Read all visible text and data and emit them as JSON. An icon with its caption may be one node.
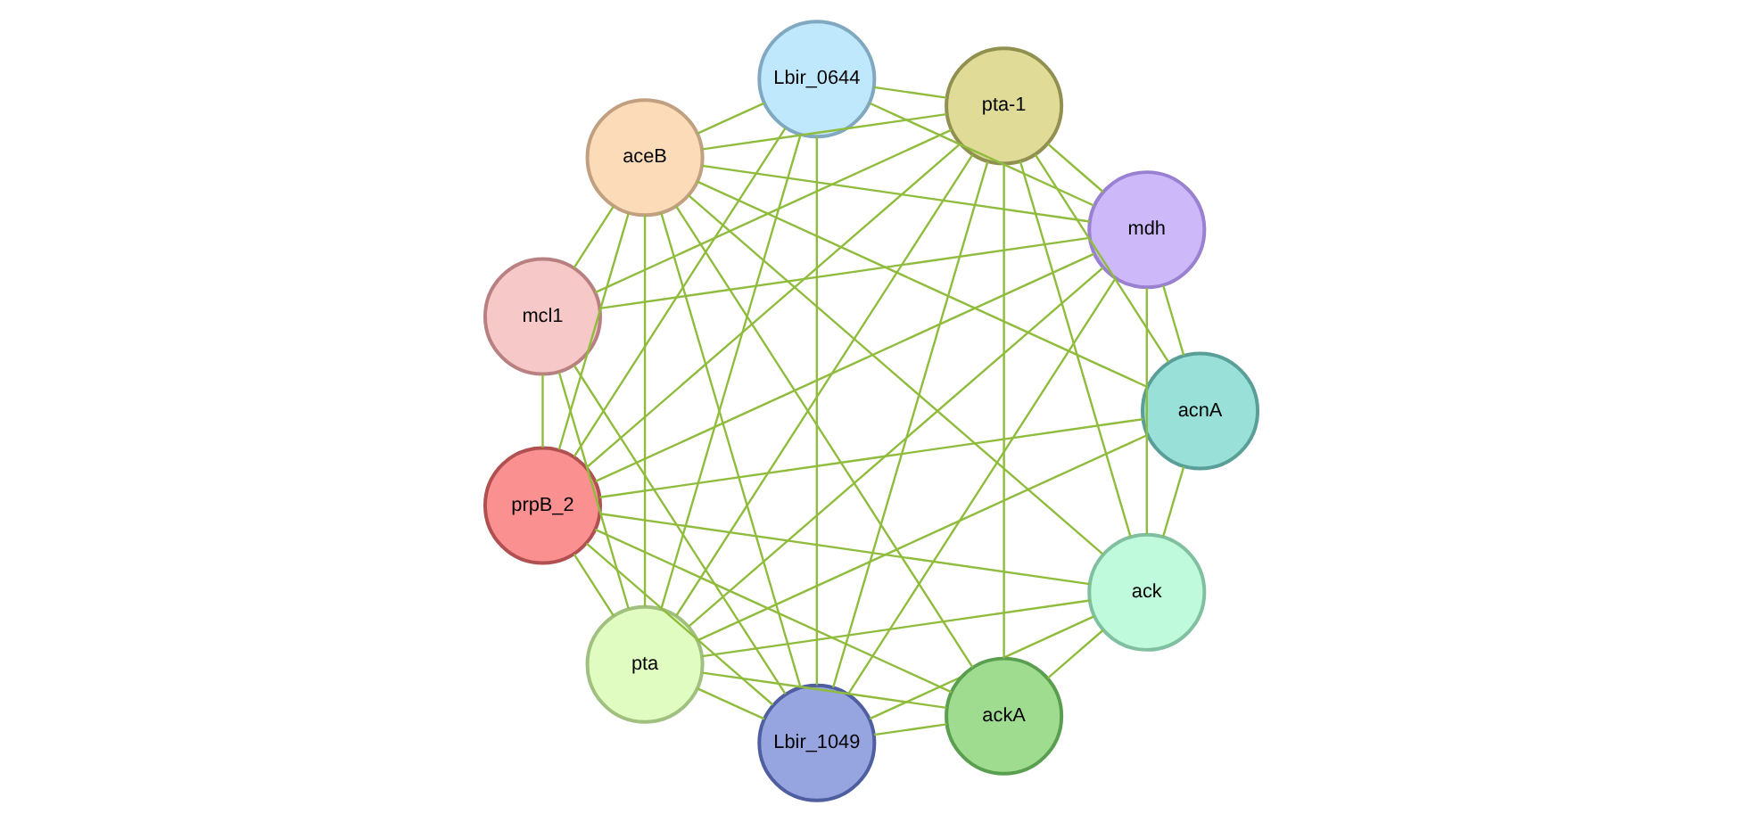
{
  "diagram": {
    "nodes": [
      {
        "text": [
          "acnA"
        ]
      },
      {
        "text": [
          "Lbir_1049"
        ]
      },
      {
        "text": [
          "mdh"
        ]
      },
      {
        "text": [
          "Lbir_0644"
        ]
      },
      {
        "text": [
          "mcl1"
        ]
      },
      {
        "text": [
          "pta"
        ]
      },
      {
        "text": [
          "prpB_2"
        ]
      },
      {
        "text": [
          "aceB"
        ]
      },
      {
        "text": [
          "pta-1"
        ]
      },
      {
        "text": [
          "ack"
        ]
      },
      {
        "text": [
          "ackA"
        ]
      }
    ],
    "edges": [
      {
        "from": 0,
        "to": 2,
        "arrow": "none"
      },
      {
        "from": 0,
        "to": 5,
        "arrow": "none"
      },
      {
        "from": 0,
        "to": 6,
        "arrow": "none"
      },
      {
        "from": 0,
        "to": 7,
        "arrow": "none"
      },
      {
        "from": 0,
        "to": 8,
        "arrow": "none"
      },
      {
        "from": 0,
        "to": 9,
        "arrow": "none"
      },
      {
        "from": 1,
        "to": 2,
        "arrow": "none"
      },
      {
        "from": 1,
        "to": 3,
        "arrow": "none"
      },
      {
        "from": 1,
        "to": 4,
        "arrow": "none"
      },
      {
        "from": 1,
        "to": 5,
        "arrow": "none"
      },
      {
        "from": 1,
        "to": 6,
        "arrow": "none"
      },
      {
        "from": 1,
        "to": 7,
        "arrow": "none"
      },
      {
        "from": 1,
        "to": 8,
        "arrow": "none"
      },
      {
        "from": 1,
        "to": 9,
        "arrow": "none"
      },
      {
        "from": 1,
        "to": 10,
        "arrow": "none"
      },
      {
        "from": 2,
        "to": 3,
        "arrow": "none"
      },
      {
        "from": 2,
        "to": 4,
        "arrow": "none"
      },
      {
        "from": 2,
        "to": 5,
        "arrow": "none"
      },
      {
        "from": 2,
        "to": 6,
        "arrow": "none"
      },
      {
        "from": 2,
        "to": 7,
        "arrow": "none"
      },
      {
        "from": 2,
        "to": 8,
        "arrow": "none"
      },
      {
        "from": 2,
        "to": 9,
        "arrow": "none"
      },
      {
        "from": 3,
        "to": 5,
        "arrow": "none"
      },
      {
        "from": 3,
        "to": 6,
        "arrow": "none"
      },
      {
        "from": 3,
        "to": 7,
        "arrow": "none"
      },
      {
        "from": 3,
        "to": 8,
        "arrow": "none"
      },
      {
        "from": 4,
        "to": 5,
        "arrow": "none"
      },
      {
        "from": 4,
        "to": 6,
        "arrow": "none"
      },
      {
        "from": 4,
        "to": 7,
        "arrow": "none"
      },
      {
        "from": 4,
        "to": 8,
        "arrow": "none"
      },
      {
        "from": 5,
        "to": 6,
        "arrow": "none"
      },
      {
        "from": 5,
        "to": 7,
        "arrow": "none"
      },
      {
        "from": 5,
        "to": 8,
        "arrow": "none"
      },
      {
        "from": 5,
        "to": 9,
        "arrow": "none"
      },
      {
        "from": 5,
        "to": 10,
        "arrow": "none"
      },
      {
        "from": 6,
        "to": 7,
        "arrow": "none"
      },
      {
        "from": 6,
        "to": 8,
        "arrow": "none"
      },
      {
        "from": 6,
        "to": 9,
        "arrow": "none"
      },
      {
        "from": 6,
        "to": 10,
        "arrow": "none"
      },
      {
        "from": 7,
        "to": 8,
        "arrow": "none"
      },
      {
        "from": 7,
        "to": 9,
        "arrow": "none"
      },
      {
        "from": 7,
        "to": 10,
        "arrow": "none"
      },
      {
        "from": 8,
        "to": 9,
        "arrow": "none"
      },
      {
        "from": 8,
        "to": 10,
        "arrow": "none"
      },
      {
        "from": 9,
        "to": 10,
        "arrow": "none"
      }
    ]
  }
}
